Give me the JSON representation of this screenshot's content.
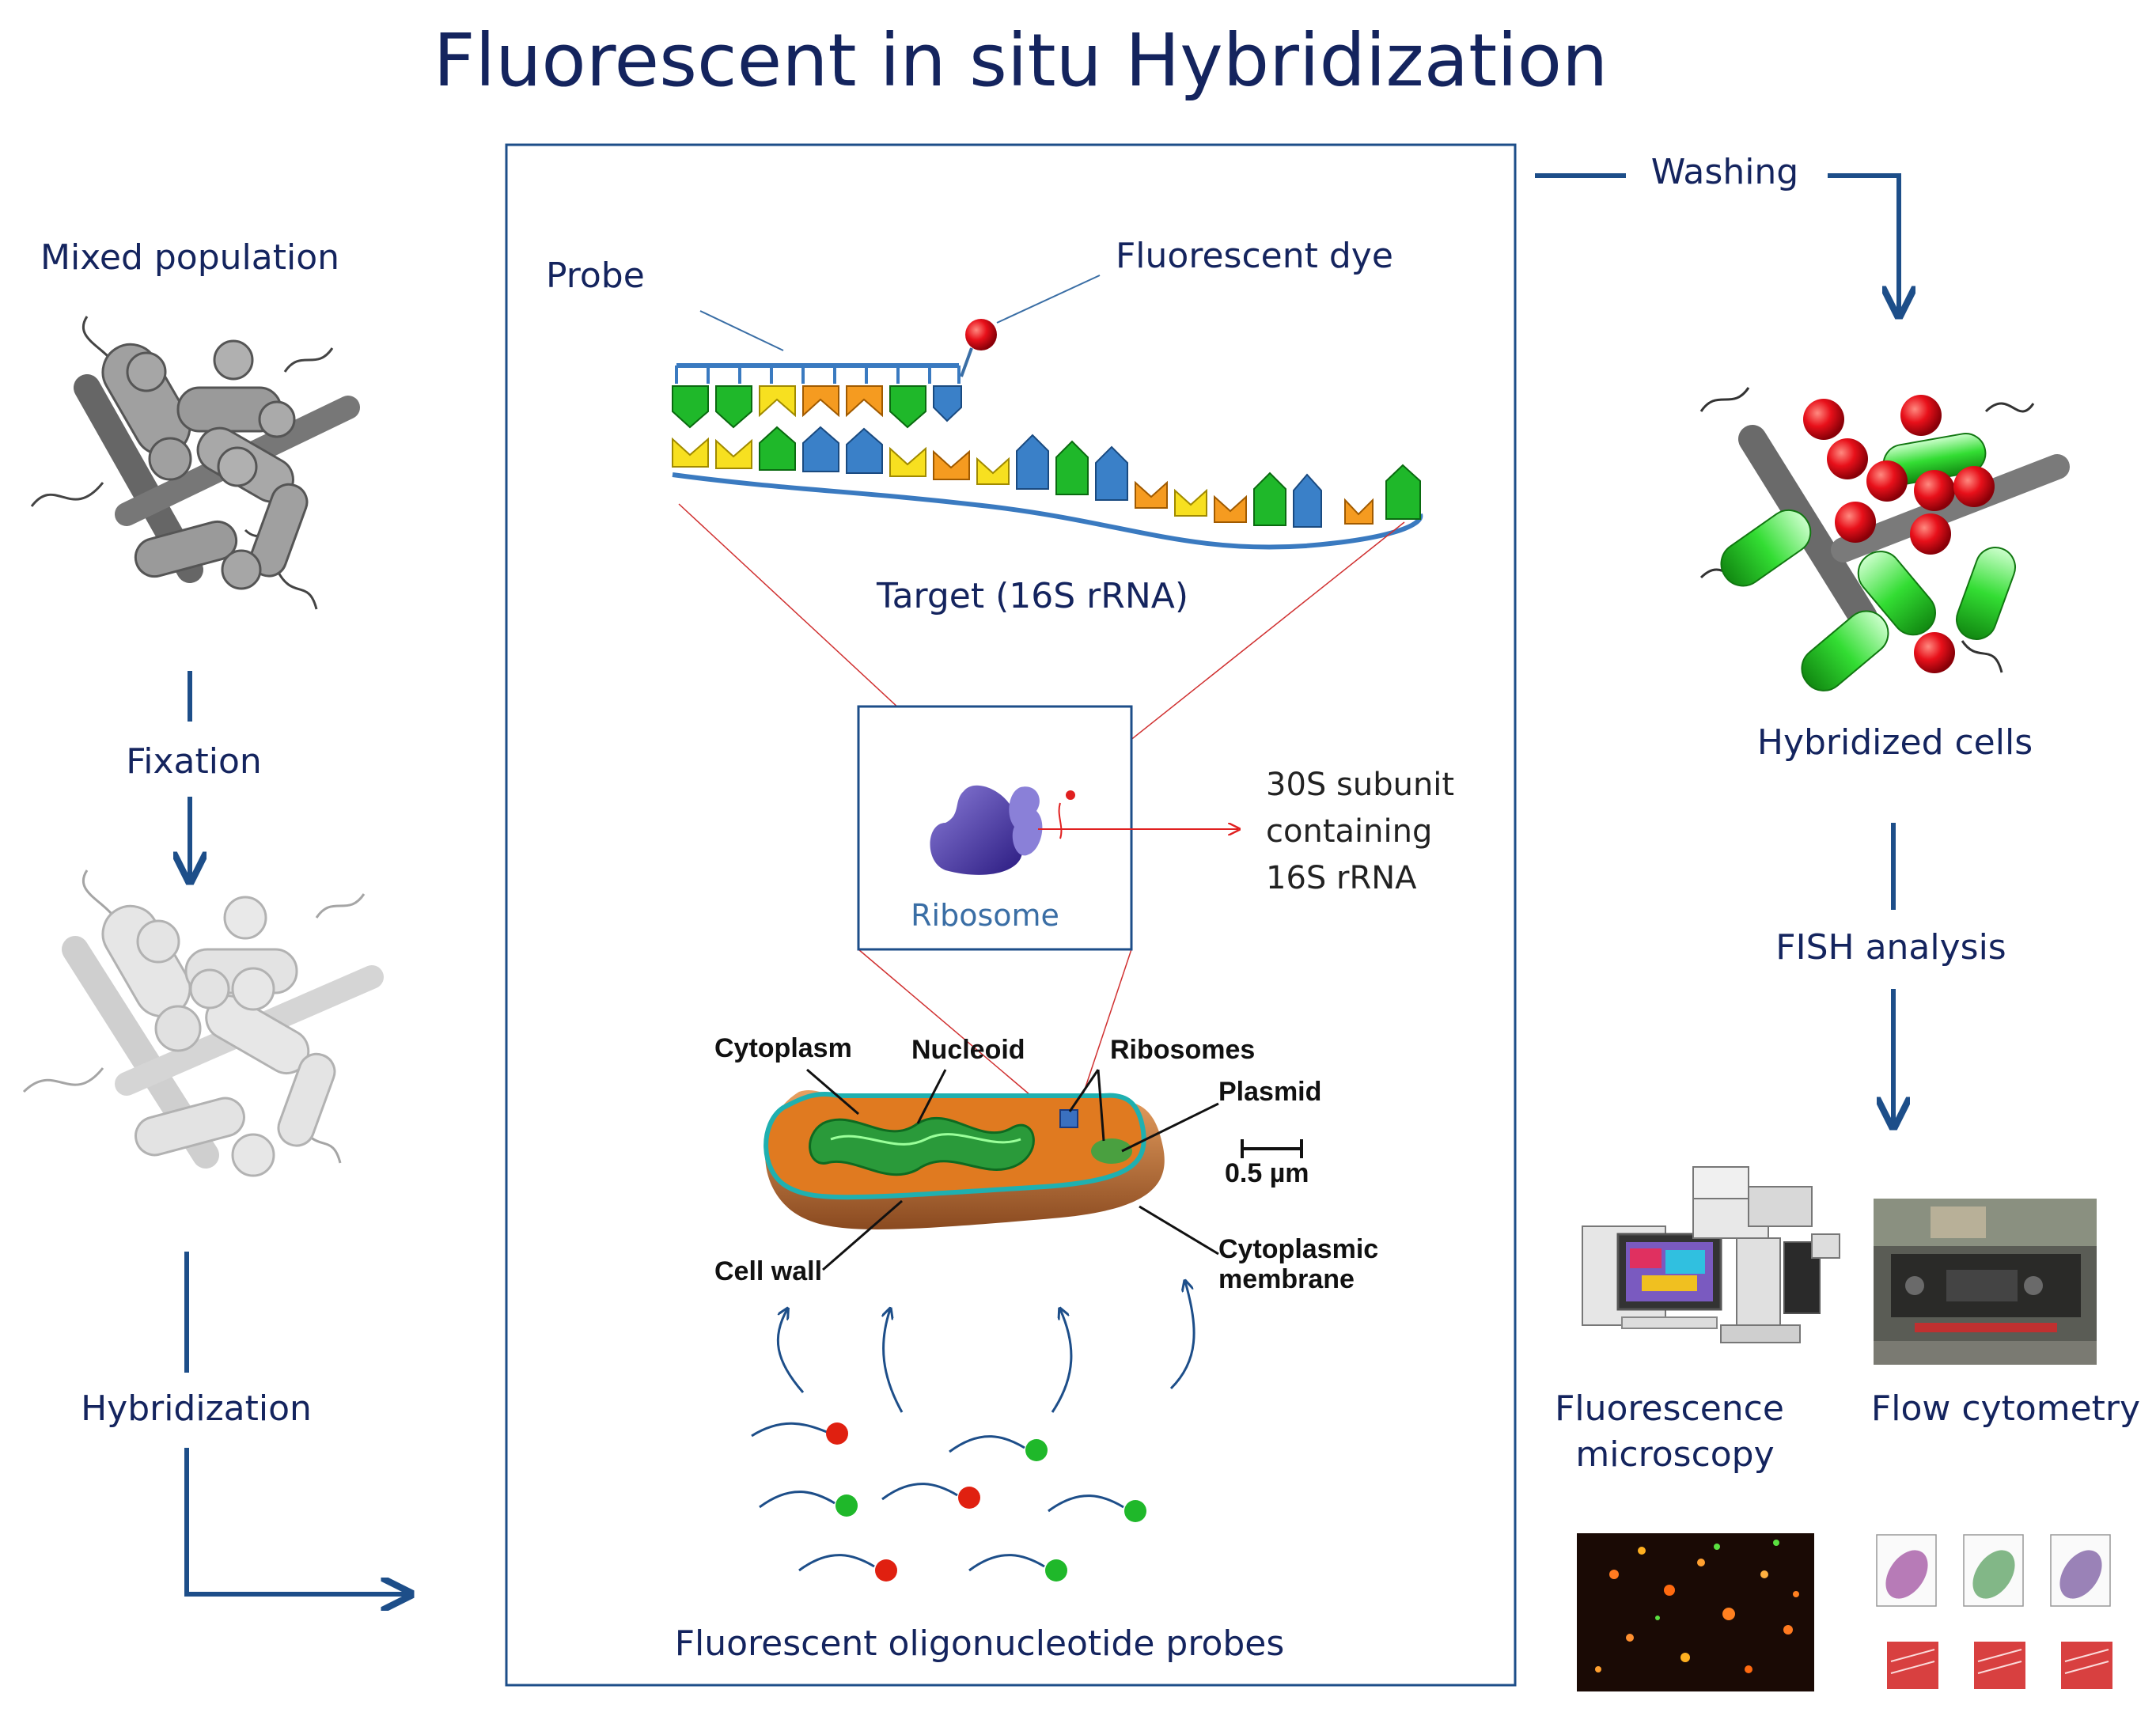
{
  "title": "Fluorescent in situ Hybridization",
  "left": {
    "mixed_population": "Mixed population",
    "fixation": "Fixation",
    "hybridization": "Hybridization"
  },
  "center": {
    "probe": "Probe",
    "fluorescent_dye": "Fluorescent dye",
    "target": "Target (16S rRNA)",
    "ribosome": "Ribosome",
    "subunit_lines": [
      "30S subunit",
      "containing",
      "16S rRNA"
    ],
    "cell_labels": {
      "cytoplasm": "Cytoplasm",
      "nucleoid": "Nucleoid",
      "ribosomes": "Ribosomes",
      "plasmid": "Plasmid",
      "scale": "0.5 µm",
      "cell_wall": "Cell wall",
      "membrane_line1": "Cytoplasmic",
      "membrane_line2": "membrane"
    },
    "probes_caption": "Fluorescent oligonucleotide probes"
  },
  "right": {
    "washing": "Washing",
    "hybridized_cells": "Hybridized cells",
    "fish_analysis": "FISH analysis",
    "fluorescence_line1": "Fluorescence",
    "fluorescence_line2": "microscopy",
    "flow_cytometry": "Flow cytometry"
  },
  "colors": {
    "text": "#14245e",
    "arrow": "#1d4e89",
    "probe_red": "#e02010",
    "probe_green": "#1fb82a",
    "cell_gray": "#8c8c8c"
  }
}
